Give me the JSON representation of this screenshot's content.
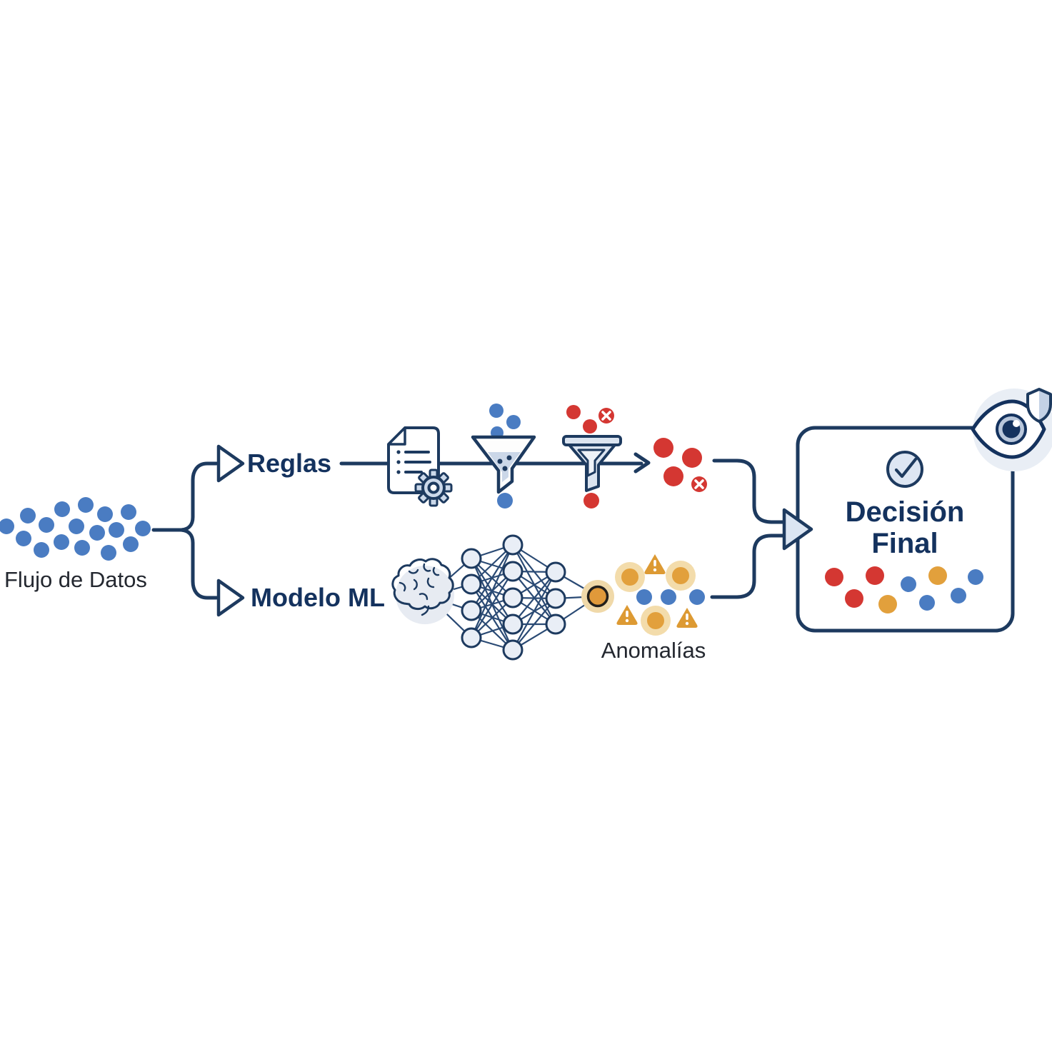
{
  "labels": {
    "source": "Flujo de Datos",
    "branch_rules": "Reglas",
    "branch_ml": "Modelo ML",
    "anomalies": "Anomalías",
    "decision_line1": "Decisión",
    "decision_line2": "Final"
  },
  "colors": {
    "navy_line": "#1d3a5f",
    "navy_text": "#14325e",
    "blue_dot": "#4a7cc2",
    "red_dot": "#d43732",
    "orange_dot": "#e2a03c",
    "orange_halo": "#f3dcab",
    "light_icon_fill": "#dbe4f0",
    "badge_fill": "#e9edf5",
    "dark_text": "#23272f",
    "background": "#ffffff"
  },
  "icons": [
    "branch-arrowhead-icon",
    "document-rules-icon",
    "gear-icon",
    "funnel-icon",
    "funnel-filter-icon",
    "error-x-icon",
    "arrow-right-icon",
    "brain-icon",
    "neural-network-icon",
    "warning-triangle-icon",
    "merge-arrowhead-icon",
    "check-icon",
    "eye-icon",
    "shield-icon"
  ],
  "dot_groups": {
    "data_stream": {
      "color": "blue",
      "count": 17
    },
    "rules_inflow": {
      "color": "blue",
      "count": 3
    },
    "rules_flagged": {
      "color": "red",
      "count": 4,
      "rejected_marker": "x"
    },
    "anomalies_cluster": {
      "orange_halo_dots": 3,
      "warning_triangles": 3,
      "blue_dots": 3
    },
    "decision_mix": {
      "red": 3,
      "orange": 2,
      "blue": 4
    }
  }
}
